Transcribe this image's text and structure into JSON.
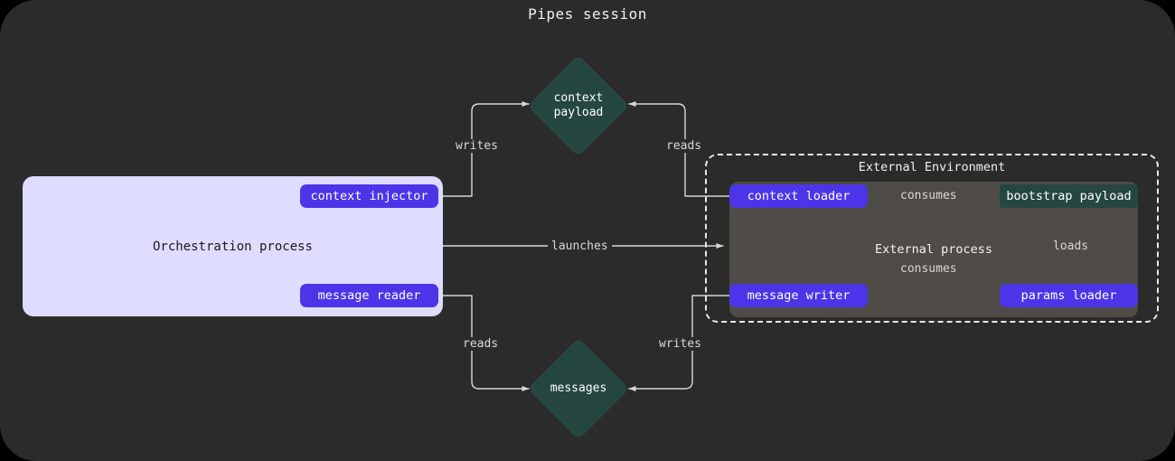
{
  "diagram": {
    "title": "Pipes session",
    "background_color": "#2b2b2b",
    "accent_purple": "#4c35e8",
    "accent_teal": "#25473f",
    "orchestration_bg": "#dedcff",
    "external_process_bg": "#4f4b47",
    "edge_color": "#d8d8d8"
  },
  "orchestration": {
    "label": "Orchestration process",
    "badges": [
      {
        "id": "context-injector",
        "label": "context injector"
      },
      {
        "id": "message-reader",
        "label": "message reader"
      }
    ]
  },
  "external_environment": {
    "label": "External Environment",
    "process_label": "External process",
    "badges": [
      {
        "id": "context-loader",
        "label": "context loader"
      },
      {
        "id": "message-writer",
        "label": "message writer"
      },
      {
        "id": "params-loader",
        "label": "params loader"
      }
    ],
    "payload": {
      "id": "bootstrap-payload",
      "label": "bootstrap payload"
    }
  },
  "diamonds": [
    {
      "id": "context-payload",
      "label": "context\npayload"
    },
    {
      "id": "messages",
      "label": "messages"
    }
  ],
  "edges": [
    {
      "id": "writes-context",
      "label": "writes",
      "from": "context-injector",
      "to": "context-payload"
    },
    {
      "id": "reads-context",
      "label": "reads",
      "from": "context-loader",
      "to": "context-payload"
    },
    {
      "id": "launches",
      "label": "launches",
      "from": "orchestration-process",
      "to": "external-process"
    },
    {
      "id": "reads-messages",
      "label": "reads",
      "from": "message-reader",
      "to": "messages"
    },
    {
      "id": "writes-messages",
      "label": "writes",
      "from": "message-writer",
      "to": "messages"
    },
    {
      "id": "consumes-context-loader",
      "label": "consumes",
      "from": "context-loader",
      "to": "bootstrap-payload"
    },
    {
      "id": "consumes-message-writer",
      "label": "consumes",
      "from": "message-writer",
      "to": "bootstrap-payload"
    },
    {
      "id": "loads-params",
      "label": "loads",
      "from": "params-loader",
      "to": "bootstrap-payload"
    }
  ]
}
